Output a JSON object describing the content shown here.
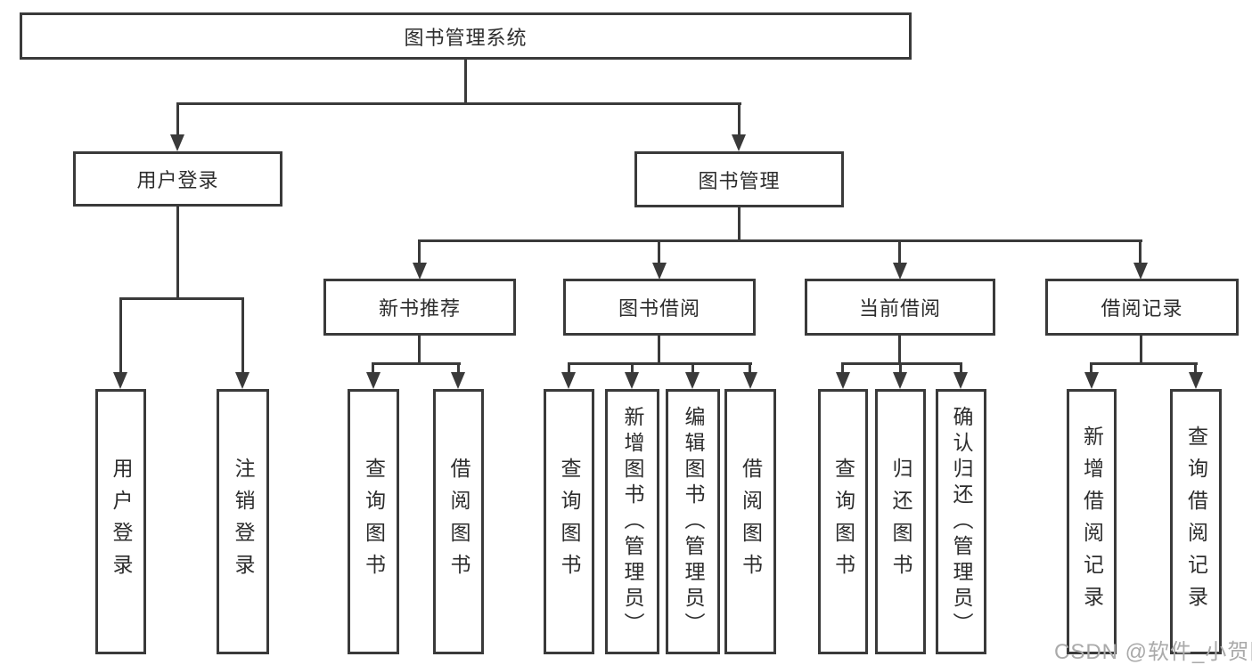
{
  "title": {
    "label": "图书管理系统"
  },
  "level1": {
    "user_login": {
      "label": "用户登录"
    },
    "book_mgmt": {
      "label": "图书管理"
    }
  },
  "level2": {
    "new_books": {
      "label": "新书推荐"
    },
    "book_borrow": {
      "label": "图书借阅"
    },
    "current_borrow": {
      "label": "当前借阅"
    },
    "borrow_records": {
      "label": "借阅记录"
    }
  },
  "leaves": {
    "user_login": [
      {
        "label": "用户登录"
      },
      {
        "label": "注销登录"
      }
    ],
    "new_books": [
      {
        "label": "查询图书"
      },
      {
        "label": "借阅图书"
      }
    ],
    "book_borrow": [
      {
        "label": "查询图书"
      },
      {
        "label": "新增图书（管理员）"
      },
      {
        "label": "编辑图书（管理员）"
      },
      {
        "label": "借阅图书"
      }
    ],
    "current_borrow": [
      {
        "label": "查询图书"
      },
      {
        "label": "归还图书"
      },
      {
        "label": "确认归还（管理员）"
      }
    ],
    "borrow_records": [
      {
        "label": "新增借阅记录"
      },
      {
        "label": "查询借阅记录"
      }
    ]
  },
  "watermark": {
    "text": "CSDN @软件_小贺同学"
  },
  "colors": {
    "line": "#3a3a3a",
    "text": "#2d2d2d",
    "watermark": "#aaaaaa",
    "background": "#ffffff"
  }
}
